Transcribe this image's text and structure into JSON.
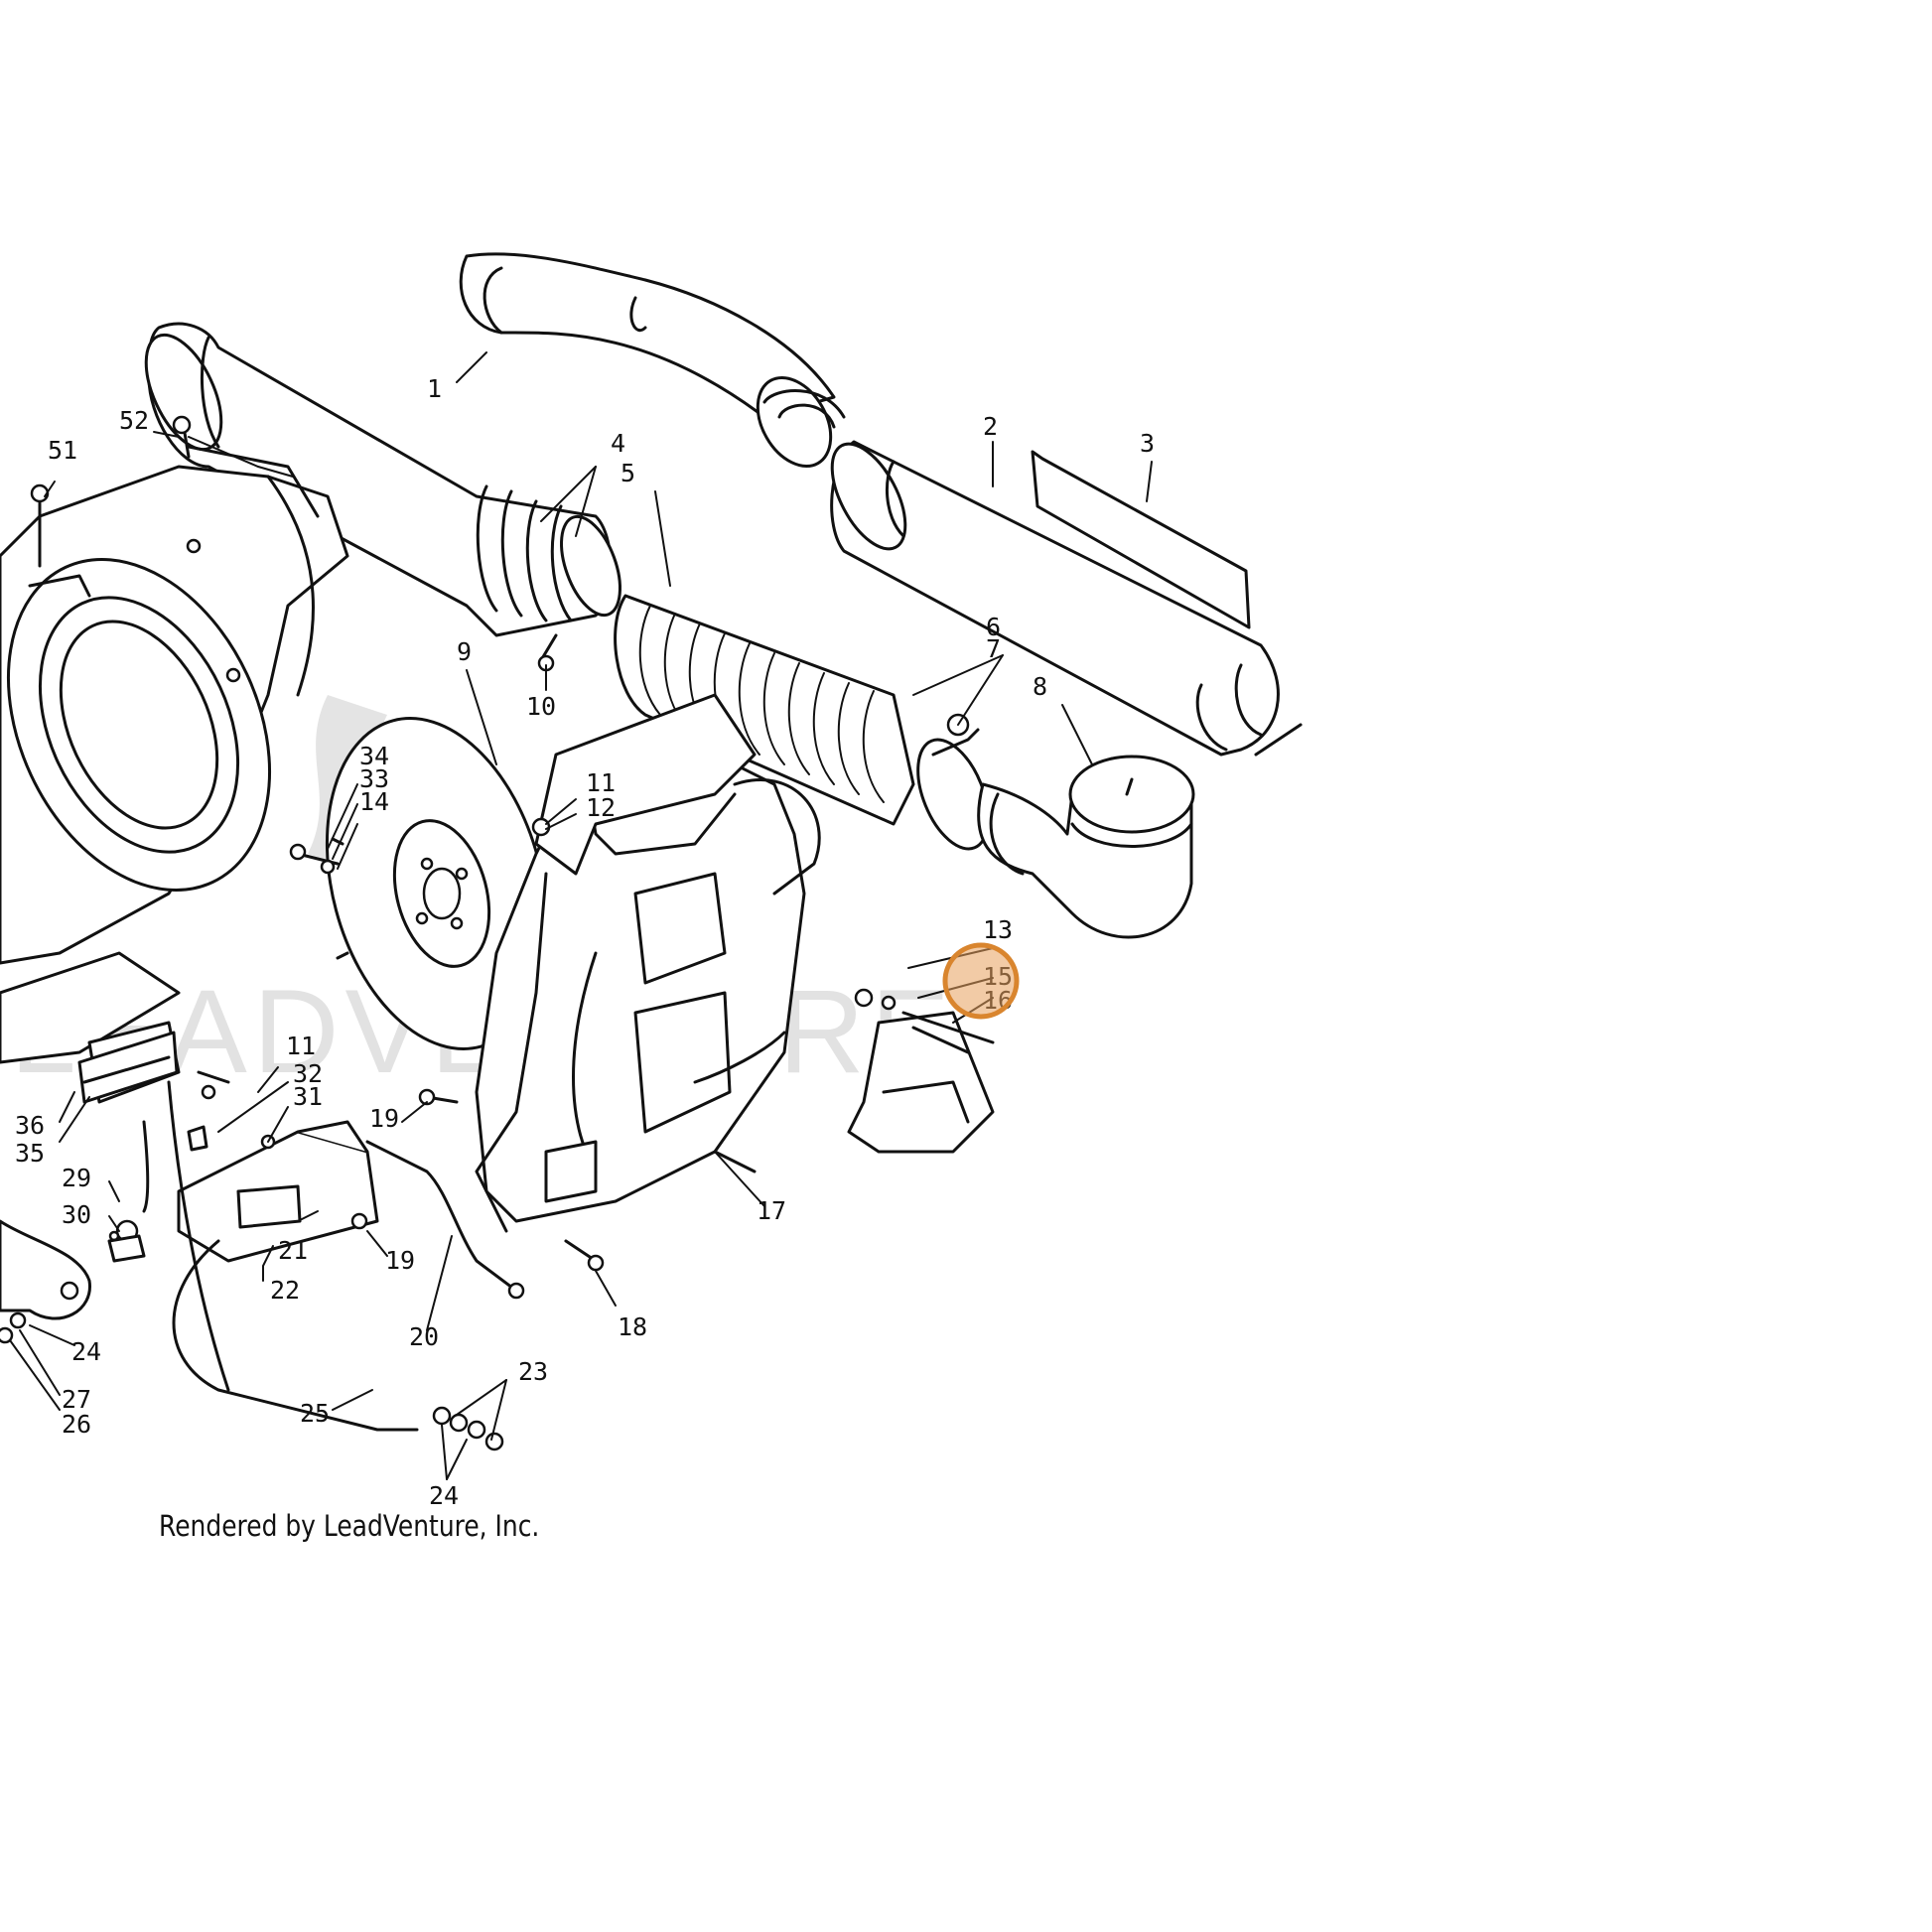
{
  "watermark": "LEADVENTURE",
  "credit": "Rendered by LeadVenture, Inc.",
  "highlight_color": "#e8a15d",
  "callouts": {
    "c1": "1",
    "c2": "2",
    "c3": "3",
    "c4": "4",
    "c5": "5",
    "c6": "6",
    "c7": "7",
    "c8": "8",
    "c9": "9",
    "c10": "10",
    "c11a": "11",
    "c12": "12",
    "c13": "13",
    "c15": "15",
    "c16": "16",
    "c14": "14",
    "c33": "33",
    "c34": "34",
    "c17": "17",
    "c18": "18",
    "c19a": "19",
    "c19b": "19",
    "c20": "20",
    "c21": "21",
    "c22": "22",
    "c23": "23",
    "c24a": "24",
    "c24b": "24",
    "c25": "25",
    "c26": "26",
    "c27": "27",
    "c29": "29",
    "c30": "30",
    "c11b": "11",
    "c31": "31",
    "c32": "32",
    "c35": "35",
    "c36": "36",
    "c51": "51",
    "c52": "52"
  }
}
